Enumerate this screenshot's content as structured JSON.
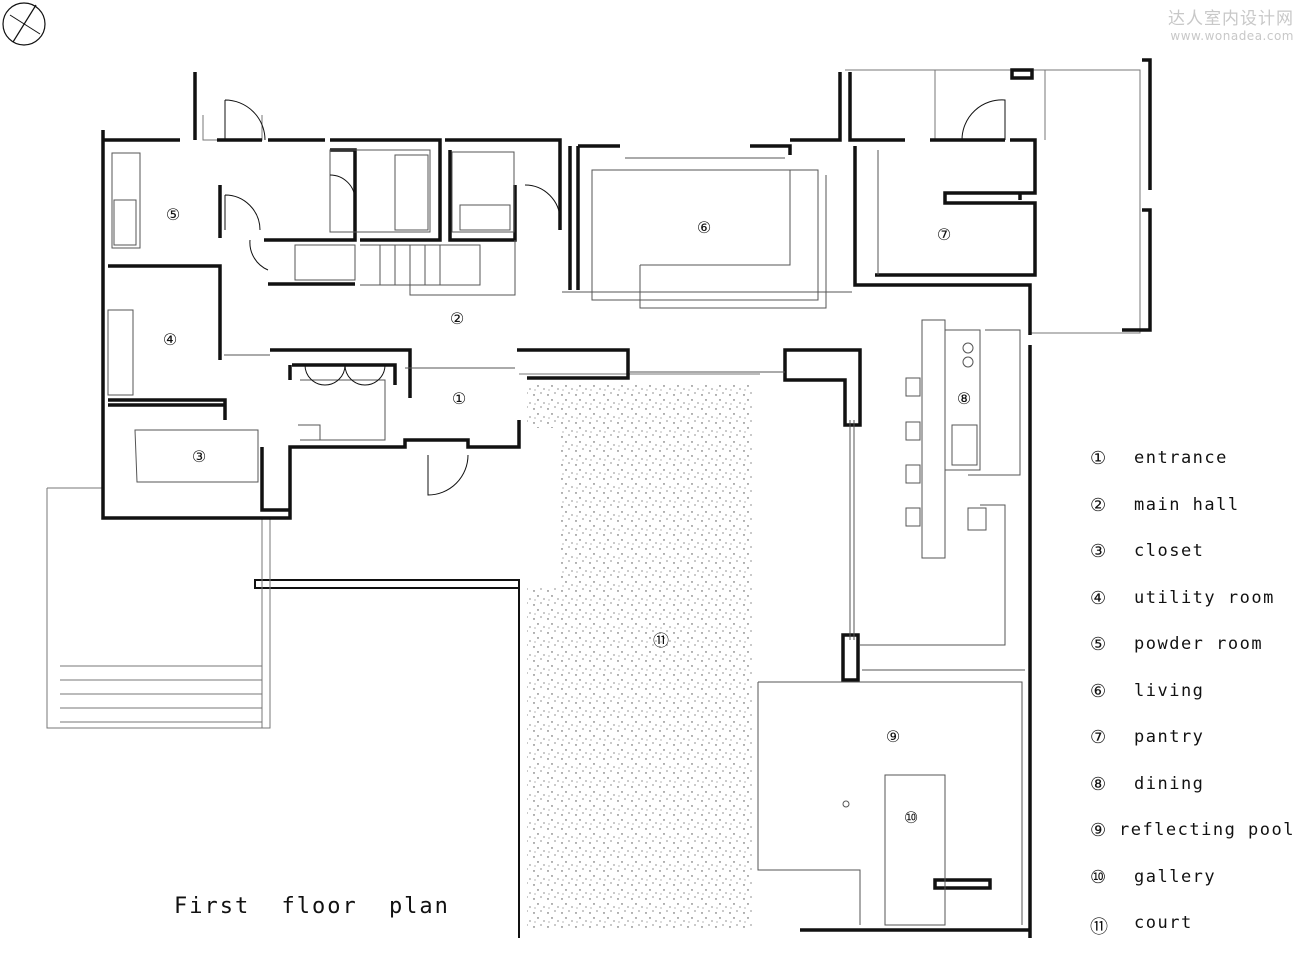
{
  "title": "First floor plan",
  "watermark": {
    "text_cn": "达人室内设计网",
    "url": "www.wonadea.com"
  },
  "icons": {
    "north": "north-arrow-icon"
  },
  "colors": {
    "wall": "#111111",
    "thin_line": "#777777",
    "court_fill": "#f4f4f4"
  },
  "rooms": [
    {
      "number": "①",
      "name": "entrance"
    },
    {
      "number": "②",
      "name": "main hall"
    },
    {
      "number": "③",
      "name": "closet"
    },
    {
      "number": "④",
      "name": "utility room"
    },
    {
      "number": "⑤",
      "name": "powder room"
    },
    {
      "number": "⑥",
      "name": "living"
    },
    {
      "number": "⑦",
      "name": "pantry"
    },
    {
      "number": "⑧",
      "name": "dining"
    },
    {
      "number": "⑨",
      "name": "reflecting pool"
    },
    {
      "number": "⑩",
      "name": "gallery"
    },
    {
      "number": "⑪",
      "name": "court"
    }
  ]
}
